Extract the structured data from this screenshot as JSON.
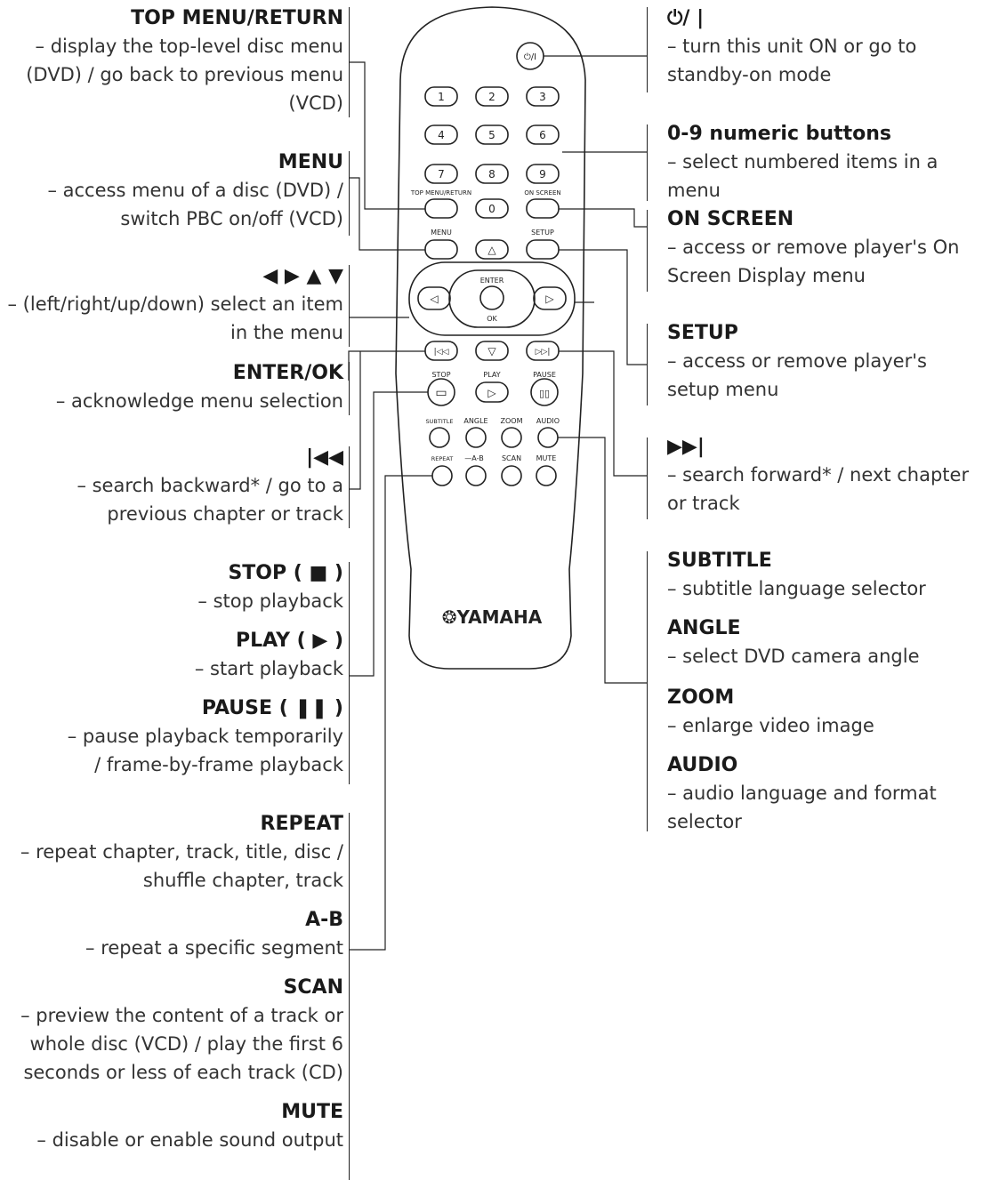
{
  "left_labels": [
    {
      "id": "top-menu",
      "title": "TOP MENU/RETURN",
      "desc": "– display the top-level disc menu (DVD) / go back to previous menu (VCD)"
    },
    {
      "id": "menu",
      "title": "MENU",
      "desc": "– access menu of a disc (DVD) / switch PBC on/off (VCD)"
    },
    {
      "id": "arrows",
      "title": "◀ ▶ ▲ ▼",
      "desc": "– (left/right/up/down) select an item in the menu"
    },
    {
      "id": "enter",
      "title": "ENTER/OK",
      "desc": "– acknowledge menu selection"
    },
    {
      "id": "prev",
      "title": "|◀◀",
      "desc": "– search backward* / go to a previous chapter or track"
    },
    {
      "id": "stop",
      "title": "STOP ( ■ )",
      "desc": "– stop playback"
    },
    {
      "id": "play",
      "title": "PLAY ( ▶ )",
      "desc": "– start playback"
    },
    {
      "id": "pause",
      "title": "PAUSE ( ❚❚ )",
      "desc": "– pause playback temporarily / frame-by-frame playback"
    },
    {
      "id": "repeat",
      "title": "REPEAT",
      "desc": "– repeat chapter, track, title, disc / shuffle chapter, track"
    },
    {
      "id": "ab",
      "title": "A-B",
      "desc": "– repeat a specific segment"
    },
    {
      "id": "scan",
      "title": "SCAN",
      "desc": "– preview the content of a track or whole disc (VCD) / play the first 6 seconds or less of each track (CD)"
    },
    {
      "id": "mute",
      "title": "MUTE",
      "desc": "– disable or enable sound output"
    }
  ],
  "right_labels": [
    {
      "id": "power",
      "title": "⏻/ |",
      "desc": "– turn this unit ON or go to standby-on mode"
    },
    {
      "id": "numeric",
      "title": "0-9 numeric buttons",
      "desc": "– select numbered items in a menu"
    },
    {
      "id": "onscreen",
      "title": "ON SCREEN",
      "desc": "– access or remove player's On Screen Display menu"
    },
    {
      "id": "setup",
      "title": "SETUP",
      "desc": "– access or remove player's setup menu"
    },
    {
      "id": "next",
      "title": "▶▶|",
      "desc": "– search forward* / next chapter or track"
    },
    {
      "id": "subtitle",
      "title": "SUBTITLE",
      "desc": "– subtitle language selector"
    },
    {
      "id": "angle",
      "title": "ANGLE",
      "desc": "– select DVD camera angle"
    },
    {
      "id": "zoom",
      "title": "ZOOM",
      "desc": "– enlarge video image"
    },
    {
      "id": "audio",
      "title": "AUDIO",
      "desc": "– audio language and format selector"
    }
  ],
  "remote": {
    "brand": "❂YAMAHA",
    "power_key": "⏻/I",
    "digits": [
      "1",
      "2",
      "3",
      "4",
      "5",
      "6",
      "7",
      "8",
      "9",
      "0"
    ],
    "top_menu_return": "TOP MENU/RETURN",
    "on_screen": "ON SCREEN",
    "menu": "MENU",
    "setup": "SETUP",
    "enter": "ENTER",
    "ok": "OK",
    "stop": "STOP",
    "play": "PLAY",
    "pause": "PAUSE",
    "subtitle": "SUBTITLE",
    "angle": "ANGLE",
    "zoom": "ZOOM",
    "audio": "AUDIO",
    "repeat": "REPEAT",
    "ab": "—A-B",
    "scan": "SCAN",
    "mute": "MUTE",
    "up_glyph": "△",
    "down_glyph": "▽",
    "left_glyph": "◁",
    "right_glyph": "▷",
    "prev_glyph": "|◁◁",
    "next_glyph": "▷▷|",
    "stop_glyph": "▭",
    "play_glyph": "▷",
    "pause_glyph": "▯▯"
  }
}
